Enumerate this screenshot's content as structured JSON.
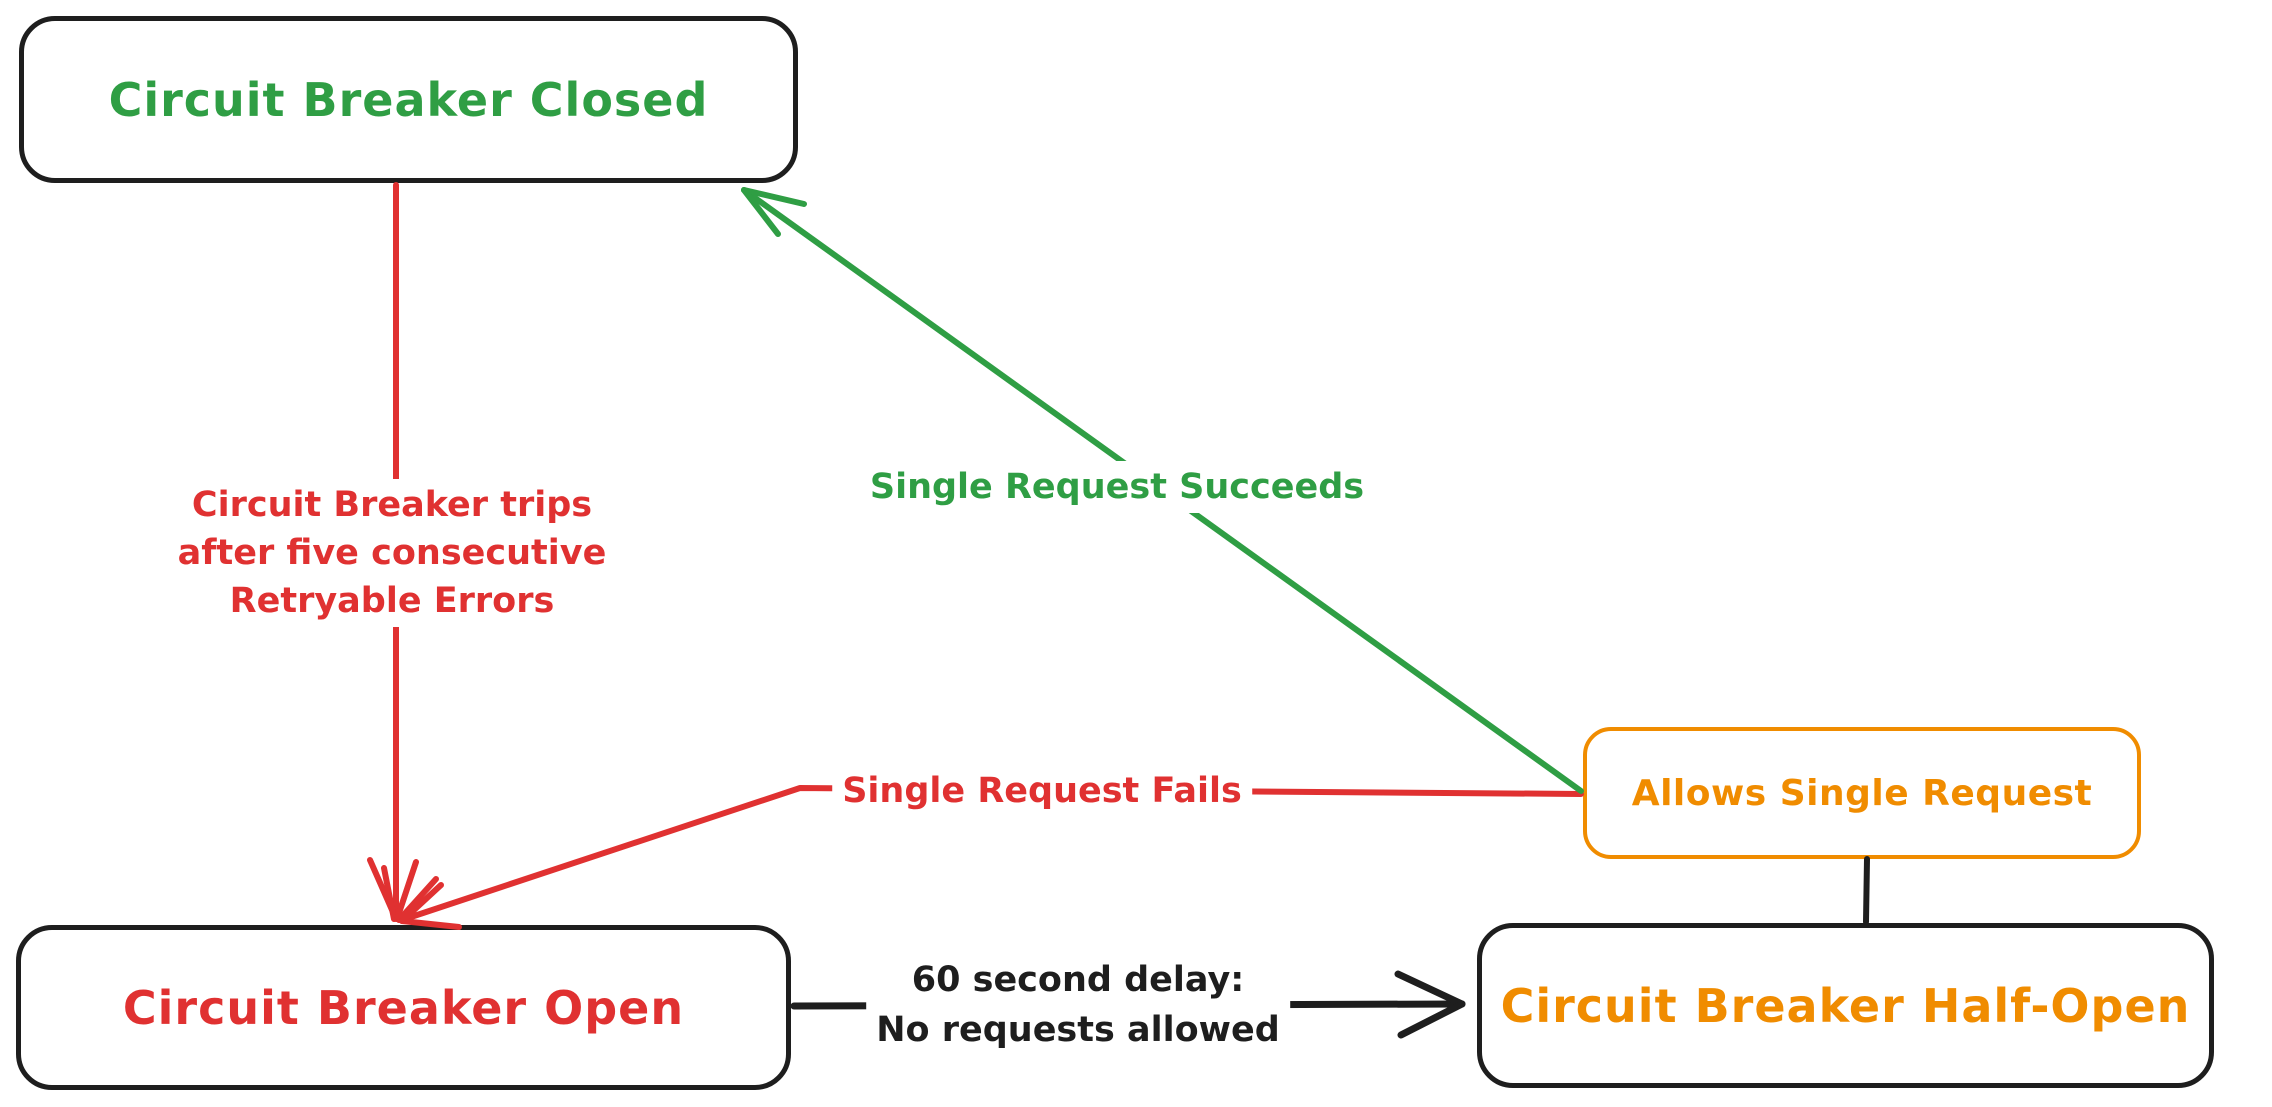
{
  "diagram": {
    "title": "Circuit Breaker state diagram",
    "nodes": {
      "closed": {
        "label": "Circuit Breaker Closed",
        "text_color": "#2f9e44",
        "border_color": "#1e1e1e"
      },
      "open": {
        "label": "Circuit Breaker Open",
        "text_color": "#e03131",
        "border_color": "#1e1e1e"
      },
      "half_open": {
        "label": "Circuit Breaker Half-Open",
        "text_color": "#f08c00",
        "border_color": "#1e1e1e"
      },
      "allows": {
        "label": "Allows Single Request",
        "text_color": "#f08c00",
        "border_color": "#f08c00"
      }
    },
    "edges": {
      "trip": {
        "from": "closed",
        "to": "open",
        "color": "#e03131",
        "label_line1": "Circuit Breaker trips",
        "label_line2": "after five consecutive",
        "label_line3": "Retryable Errors"
      },
      "succeeds": {
        "from": "allows",
        "to": "closed",
        "color": "#2f9e44",
        "label": "Single Request Succeeds"
      },
      "fails": {
        "from": "allows",
        "to": "open",
        "color": "#e03131",
        "label": "Single Request Fails"
      },
      "delay": {
        "from": "open",
        "to": "half_open",
        "color": "#1e1e1e",
        "label_line1": "60 second delay:",
        "label_line2": "No requests allowed"
      },
      "connector": {
        "from": "allows",
        "to": "half_open",
        "color": "#1e1e1e",
        "label": ""
      }
    },
    "colors": {
      "background": "#ffffff",
      "stroke": "#1e1e1e",
      "green": "#2f9e44",
      "red": "#e03131",
      "orange": "#f08c00"
    }
  }
}
